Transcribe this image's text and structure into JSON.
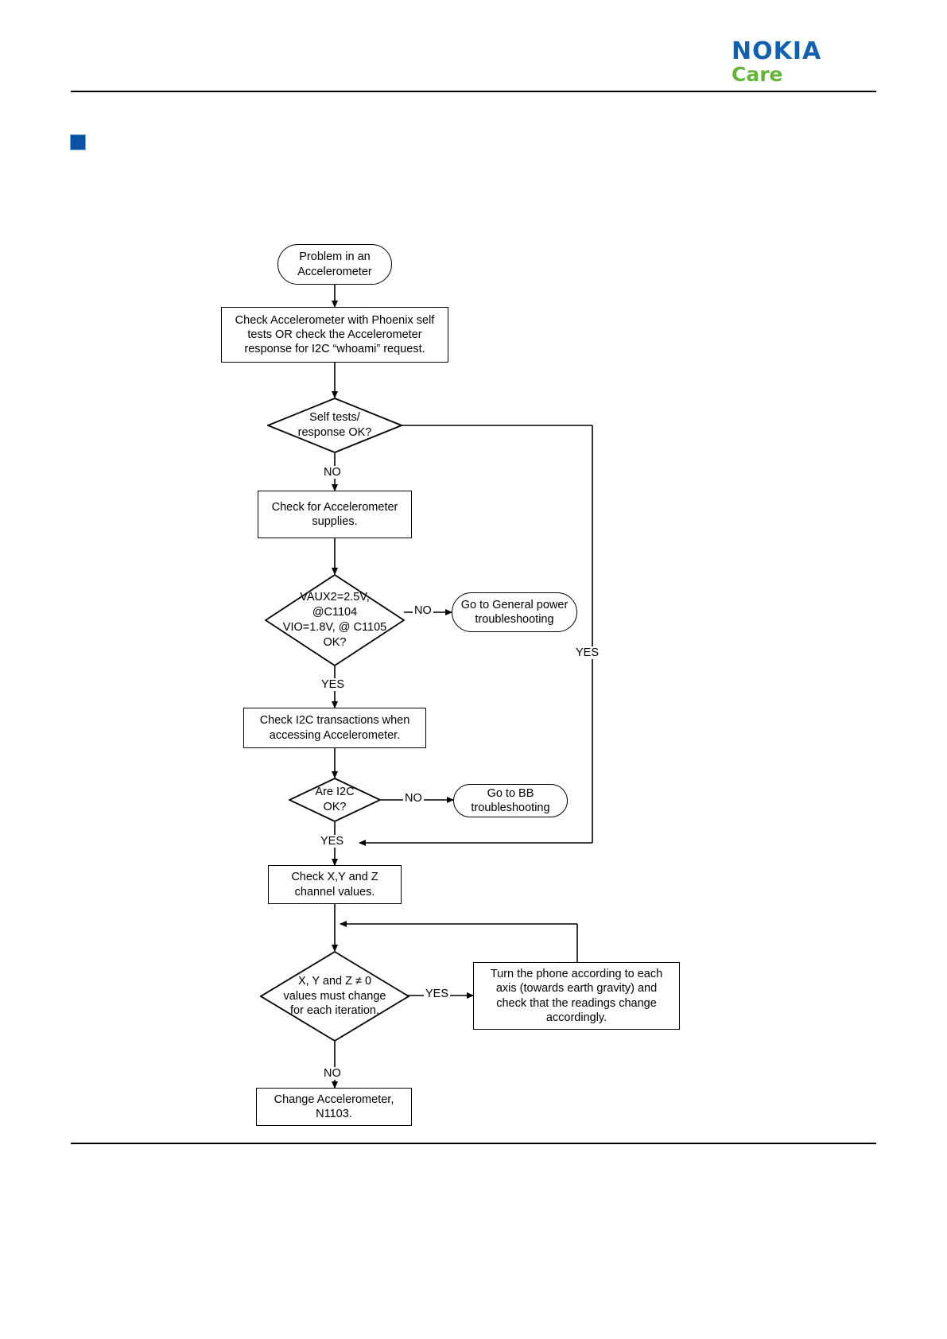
{
  "header": {
    "logo_primary": "NOKIA",
    "logo_secondary": "Care",
    "logo_primary_color": "#1161b0",
    "logo_secondary_color": "#64b43c",
    "section_marker_color": "#0b52a4",
    "section_heading": ""
  },
  "chart_data": {
    "type": "flowchart",
    "title": "Accelerometer troubleshooting",
    "nodes": [
      {
        "id": "start",
        "shape": "terminator",
        "text": "Problem in an\nAccelerometer"
      },
      {
        "id": "check_phoenix",
        "shape": "process",
        "text": "Check Accelerometer with Phoenix self\ntests OR check the Accelerometer\nresponse for I2C “whoami” request."
      },
      {
        "id": "self_tests_ok",
        "shape": "decision",
        "text": "Self tests/\nresponse OK?"
      },
      {
        "id": "check_supplies",
        "shape": "process",
        "text": "Check for Accelerometer\nsupplies."
      },
      {
        "id": "volt_ok",
        "shape": "decision",
        "text": "VAUX2=2.5V,\n@C1104\nVIO=1.8V, @ C1105\nOK?"
      },
      {
        "id": "general_power",
        "shape": "terminator",
        "text": "Go to General power\ntroubleshooting"
      },
      {
        "id": "check_i2c",
        "shape": "process",
        "text": "Check I2C transactions when\naccessing Accelerometer."
      },
      {
        "id": "i2c_ok",
        "shape": "decision",
        "text": "Are I2C\nOK?"
      },
      {
        "id": "bb_trouble",
        "shape": "terminator",
        "text": "Go to BB\ntroubleshooting"
      },
      {
        "id": "check_xyz",
        "shape": "process",
        "text": "Check X,Y and Z\nchannel values."
      },
      {
        "id": "xyz_change",
        "shape": "decision",
        "text": "X, Y and Z ≠ 0\nvalues must change\nfor each iteration."
      },
      {
        "id": "turn_phone",
        "shape": "process",
        "text": "Turn the phone according to each\naxis (towards earth gravity) and\ncheck that the readings change\naccordingly."
      },
      {
        "id": "change_accel",
        "shape": "process",
        "text": "Change Accelerometer,\nN1103."
      }
    ],
    "edges": [
      {
        "from": "start",
        "to": "check_phoenix",
        "label": ""
      },
      {
        "from": "check_phoenix",
        "to": "self_tests_ok",
        "label": ""
      },
      {
        "from": "self_tests_ok",
        "to": "check_supplies",
        "label": "NO"
      },
      {
        "from": "self_tests_ok",
        "to": "check_xyz",
        "label": "YES"
      },
      {
        "from": "check_supplies",
        "to": "volt_ok",
        "label": ""
      },
      {
        "from": "volt_ok",
        "to": "general_power",
        "label": "NO"
      },
      {
        "from": "volt_ok",
        "to": "check_i2c",
        "label": "YES"
      },
      {
        "from": "check_i2c",
        "to": "i2c_ok",
        "label": ""
      },
      {
        "from": "i2c_ok",
        "to": "bb_trouble",
        "label": "NO"
      },
      {
        "from": "i2c_ok",
        "to": "check_xyz",
        "label": "YES"
      },
      {
        "from": "check_xyz",
        "to": "xyz_change",
        "label": ""
      },
      {
        "from": "xyz_change",
        "to": "turn_phone",
        "label": "YES"
      },
      {
        "from": "xyz_change",
        "to": "change_accel",
        "label": "NO"
      },
      {
        "from": "turn_phone",
        "to": "xyz_change",
        "label": ""
      }
    ],
    "edge_labels": {
      "self_tests_no": "NO",
      "self_tests_yes": "YES",
      "volt_no": "NO",
      "volt_yes": "YES",
      "i2c_no": "NO",
      "i2c_yes": "YES",
      "xyz_yes": "YES",
      "xyz_no": "NO"
    }
  }
}
